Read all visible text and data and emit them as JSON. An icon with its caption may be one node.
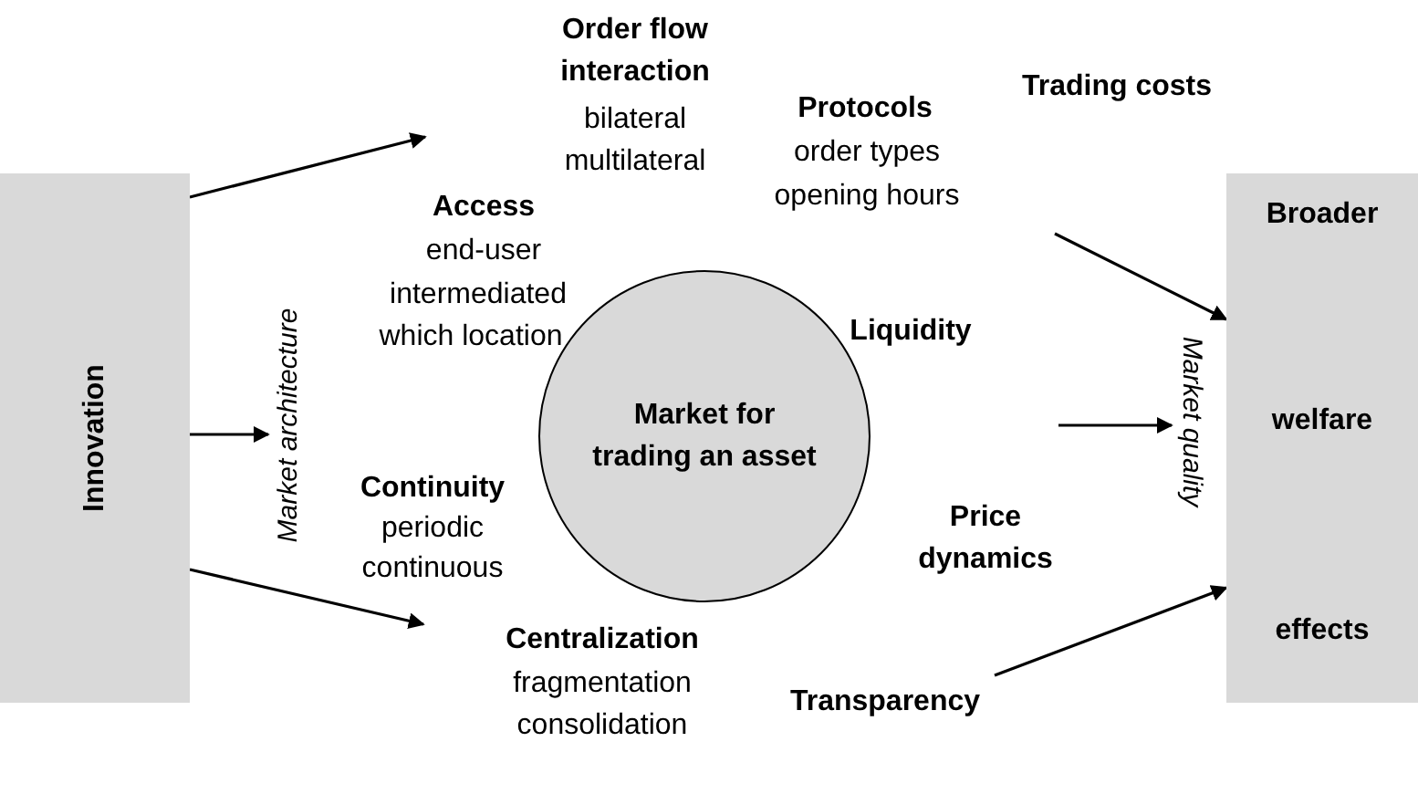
{
  "diagram": {
    "nodes": [
      {
        "text": [
          "Innovation"
        ]
      },
      {
        "text": [
          "Market for trading an asset"
        ]
      },
      {
        "text": [
          "Broader",
          "welfare",
          "effects"
        ]
      },
      {
        "text": [
          "Market architecture"
        ]
      },
      {
        "text": [
          "Market quality"
        ]
      }
    ],
    "edges": [
      {
        "from": 0,
        "to": null,
        "arrow": "to"
      },
      {
        "from": 0,
        "to": 3,
        "arrow": "to"
      },
      {
        "from": 0,
        "to": null,
        "arrow": "to"
      },
      {
        "from": null,
        "to": 2,
        "arrow": "to"
      },
      {
        "from": null,
        "to": 4,
        "arrow": "to"
      },
      {
        "from": null,
        "to": 2,
        "arrow": "to"
      }
    ],
    "labels": [
      "Order flow interaction",
      "Trading costs",
      "Protocols",
      "bilateral",
      "multilateral",
      "order types",
      "Access",
      "opening hours",
      "end-user",
      "intermediated",
      "which location",
      "Liquidity",
      "Continuity",
      "Price dynamics",
      "periodic",
      "continuous",
      "Centralization",
      "Transparency",
      "fragmentation",
      "consolidation"
    ]
  }
}
